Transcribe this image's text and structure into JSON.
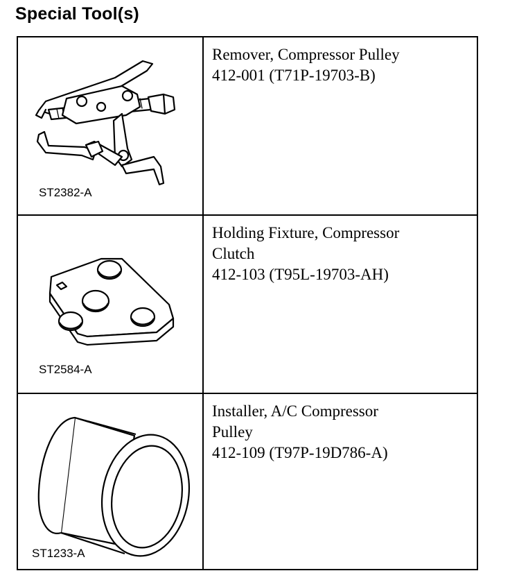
{
  "page_title": "Special Tool(s)",
  "tools": [
    {
      "figure_code": "ST2382-A",
      "name_lines": [
        "Remover, Compressor Pulley"
      ],
      "part_number": "412-001 (T71P-19703-B)",
      "illustration": "three-jaw-puller-icon"
    },
    {
      "figure_code": "ST2584-A",
      "name_lines": [
        "Holding Fixture, Compressor",
        "Clutch"
      ],
      "part_number": "412-103 (T95L-19703-AH)",
      "illustration": "holding-fixture-plate-icon"
    },
    {
      "figure_code": "ST1233-A",
      "name_lines": [
        "Installer, A/C Compressor",
        "Pulley"
      ],
      "part_number": "412-109 (T97P-19D786-A)",
      "illustration": "cylinder-installer-icon"
    }
  ]
}
